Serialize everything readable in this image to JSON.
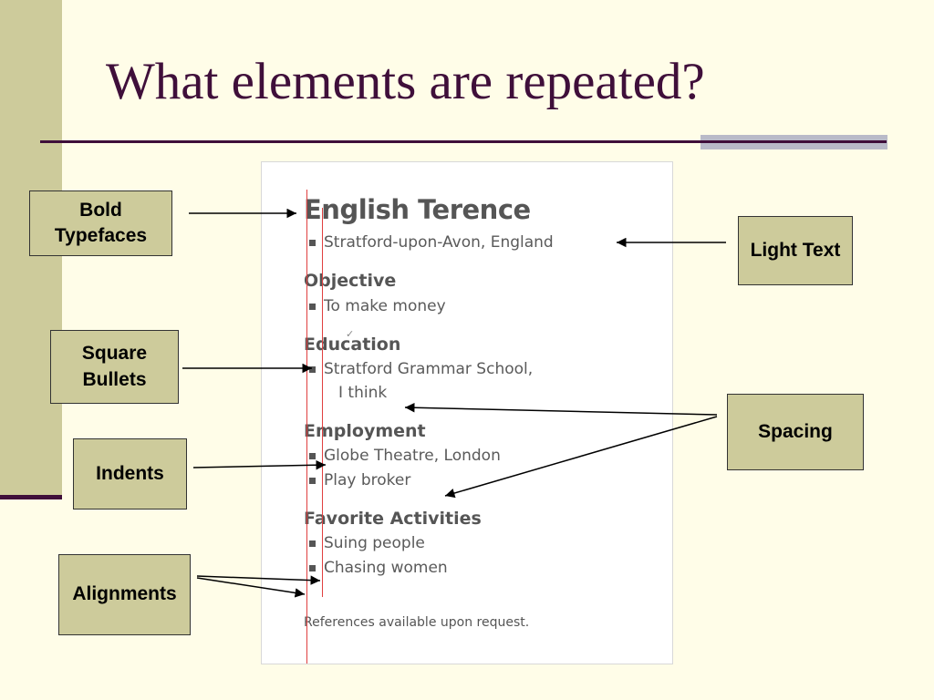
{
  "slide": {
    "title": "What elements are repeated?"
  },
  "callouts": {
    "bold_typefaces": [
      "Bold",
      "Typefaces"
    ],
    "square_bullets": [
      "Square",
      "Bullets"
    ],
    "indents": "Indents",
    "alignments": "Alignments",
    "light_text": "Light Text",
    "spacing": "Spacing"
  },
  "resume": {
    "name": "English Terence",
    "location": "Stratford-upon-Avon, England",
    "sections": [
      {
        "heading": "Objective",
        "items": [
          "To make money"
        ]
      },
      {
        "heading": "Education",
        "items": [
          "Stratford Grammar School,"
        ],
        "continuation": "I think"
      },
      {
        "heading": "Employment",
        "items": [
          "Globe Theatre, London",
          "Play broker"
        ]
      },
      {
        "heading": "Favorite Activities",
        "items": [
          "Suing people",
          "Chasing women"
        ]
      }
    ],
    "footer": "References available upon request."
  },
  "colors": {
    "background": "#fffde8",
    "accent": "#3f0f3a",
    "band": "#cdcb9b",
    "callout_fill": "#cdcb9b",
    "guide_line": "#e04040"
  }
}
